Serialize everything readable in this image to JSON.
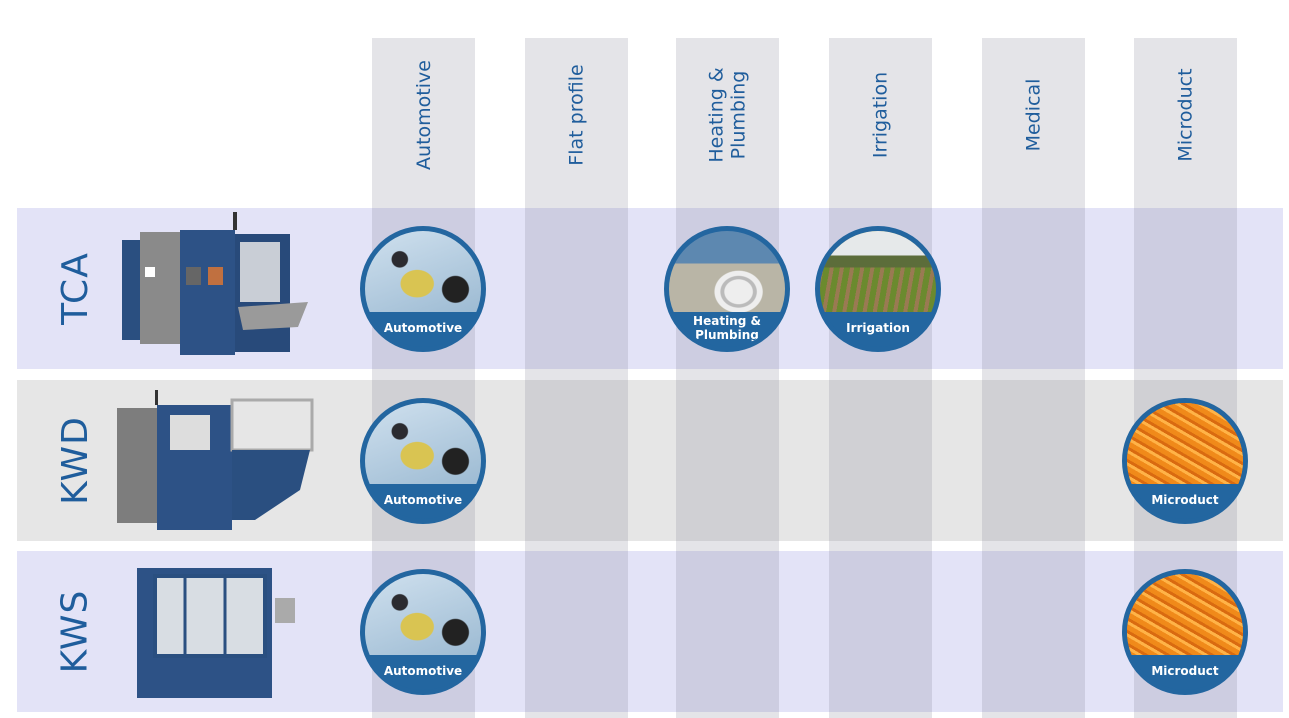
{
  "columns": [
    {
      "label": "Automotive"
    },
    {
      "label": "Flat profile"
    },
    {
      "label": "Heating &\nPlumbing"
    },
    {
      "label": "Irrigation"
    },
    {
      "label": "Medical"
    },
    {
      "label": "Microduct"
    }
  ],
  "rows": [
    {
      "label": "TCA",
      "badges": {
        "automotive": "Automotive",
        "heating": "Heating &\nPlumbing",
        "irrigation": "Irrigation"
      }
    },
    {
      "label": "KWD",
      "badges": {
        "automotive": "Automotive",
        "microduct": "Microduct"
      }
    },
    {
      "label": "KWS",
      "badges": {
        "automotive": "Automotive",
        "microduct": "Microduct"
      }
    }
  ],
  "colors": {
    "accent": "#1f5d9c",
    "row_lavender": "#e3e3f7",
    "row_gray": "#e6e6e6"
  }
}
